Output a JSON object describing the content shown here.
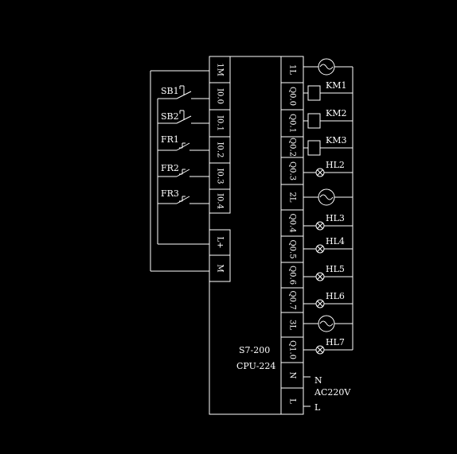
{
  "plc": {
    "model": "S7-200",
    "cpu": "CPU-224",
    "input_terminals": [
      "1M",
      "I0.0",
      "I0.1",
      "I0.2",
      "I0.3",
      "I0.4"
    ],
    "power_terminals": [
      "L+",
      "M"
    ],
    "output_terminals": [
      "1L",
      "Q0.0",
      "Q0.1",
      "Q0.2",
      "Q0.3",
      "2L",
      "Q0.4",
      "Q0.5",
      "Q0.6",
      "Q0.7",
      "3L",
      "Q1.0",
      "N",
      "L"
    ]
  },
  "inputs": [
    {
      "label": "SB1",
      "type": "pushbutton"
    },
    {
      "label": "SB2",
      "type": "pushbutton"
    },
    {
      "label": "FR1",
      "type": "thermal-relay-contact"
    },
    {
      "label": "FR2",
      "type": "thermal-relay-contact"
    },
    {
      "label": "FR3",
      "type": "thermal-relay-contact"
    }
  ],
  "outputs": [
    {
      "label": "KM1",
      "type": "coil"
    },
    {
      "label": "KM2",
      "type": "coil"
    },
    {
      "label": "KM3",
      "type": "coil"
    },
    {
      "label": "HL2",
      "type": "lamp"
    },
    {
      "label": "HL3",
      "type": "lamp"
    },
    {
      "label": "HL4",
      "type": "lamp"
    },
    {
      "label": "HL5",
      "type": "lamp"
    },
    {
      "label": "HL6",
      "type": "lamp"
    },
    {
      "label": "HL7",
      "type": "lamp"
    }
  ],
  "supply": {
    "n": "N",
    "voltage": "AC220V",
    "l": "L"
  },
  "colors": {
    "background": "#000000",
    "line": "#ffffff"
  }
}
